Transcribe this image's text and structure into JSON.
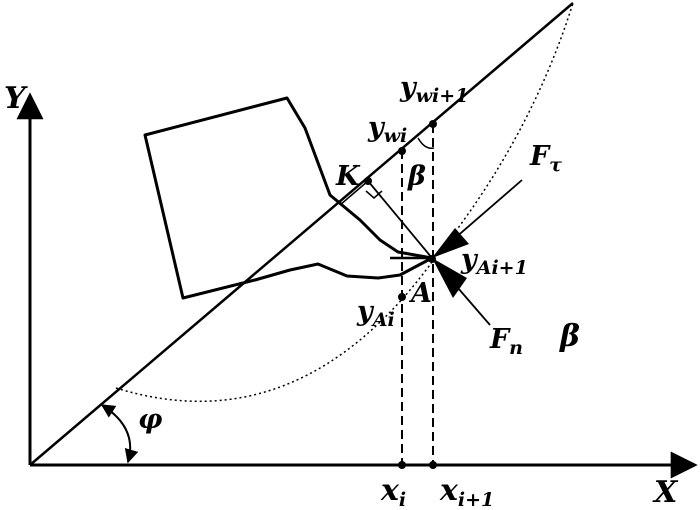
{
  "labels": {
    "y_axis": "Y",
    "x_axis": "X",
    "y_wi1_main": "y",
    "y_wi1_sub": "wi+1",
    "y_wi_main": "y",
    "y_wi_sub": "wi",
    "k": "K",
    "beta_upper": "β",
    "f_tau_main": "F",
    "f_tau_sub": "τ",
    "y_ai1_main": "y",
    "y_ai1_sub": "Ai+1",
    "a": "A",
    "y_ai_main": "y",
    "y_ai_sub": "Ai",
    "f_n_main": "F",
    "f_n_sub": "n",
    "beta_right": "β",
    "phi": "φ",
    "x_i_main": "x",
    "x_i_sub": "i",
    "x_i1_main": "x",
    "x_i1_sub": "i+1"
  },
  "colors": {
    "ink": "#000000",
    "background": "#ffffff"
  }
}
